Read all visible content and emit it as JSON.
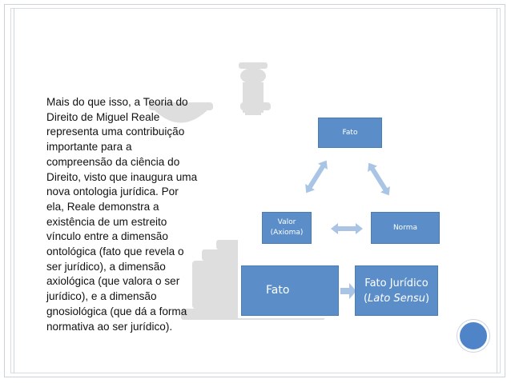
{
  "body_text": " Mais do que isso, a Teoria do\nDireito de Miguel Reale\nrepresenta uma contribuição\nimportante para a\ncompreensão da ciência do\nDireito, visto que inaugura uma\nnova ontologia jurídica. Por\nela, Reale demonstra a\nexistência de um estreito\nvínculo entre a dimensão\nontológica (fato que revela o\nser jurídico), a dimensão\naxiológica (que valora o ser\njurídico), e a dimensão\ngnosiológica (que dá a forma\nnormativa ao ser jurídico).",
  "diagram": {
    "fato_top": "Fato",
    "valor_line1": "Valor",
    "valor_line2": "(Axioma)",
    "norma": "Norma",
    "fato_bottom": "Fato",
    "fato_juridico_line1": "Fato Jurídico",
    "fato_juridico_open": "(",
    "fato_juridico_italic": "Lato Sensu",
    "fato_juridico_close": ")"
  },
  "icons": {
    "watermark": "scales-of-justice-icon",
    "arrows": "arrow-icon",
    "circle": "circle-icon"
  },
  "colors": {
    "box_fill": "#5b8ec9",
    "arrow_fill": "#a9c4e4",
    "circle_fill": "#4f84c8"
  }
}
